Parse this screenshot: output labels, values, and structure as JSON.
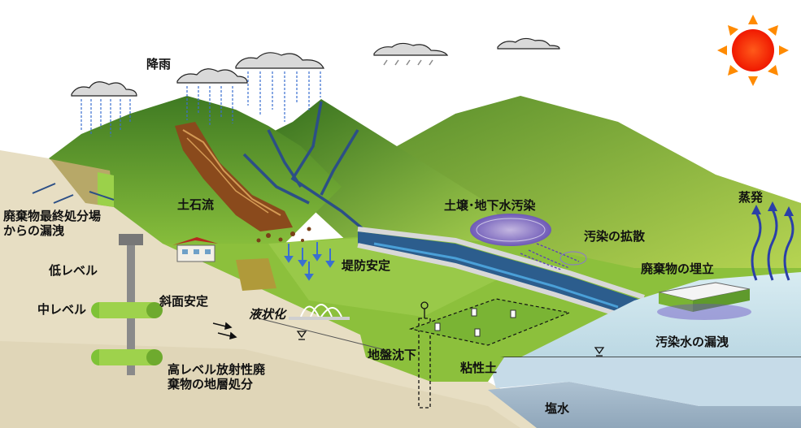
{
  "labels": {
    "rainfall": "降雨",
    "waste_leak": "廃棄物最終処分場\nからの漏洩",
    "low_level": "低レベル",
    "mid_level": "中レベル",
    "high_level": "高レベル放射性廃\n棄物の地層処分",
    "debris_flow": "土石流",
    "slope_stability": "斜面安定",
    "liquefaction": "液状化",
    "levee_stability": "堤防安定",
    "soil_gw_contamination": "土壌･地下水汚染",
    "contamination_spread": "汚染の拡散",
    "ground_subsidence": "地盤沈下",
    "clay": "粘性土",
    "evaporation": "蒸発",
    "waste_landfill": "廃棄物の埋立",
    "contaminated_water_leak": "汚染水の漏洩",
    "saltwater": "塩水"
  },
  "colors": {
    "sky": "#ffffff",
    "sun": "#ff2a00",
    "sun_rays": "#ff8a00",
    "mountain_dark": "#4f8a2a",
    "mountain_light": "#9cc94a",
    "plain": "#8fc23f",
    "ground": "#e6dcc0",
    "river": "#2f5d8c",
    "sea": "#cfe6ee",
    "saltwater": "#9fb6c8",
    "debris": "#8a4a1c"
  },
  "icons": [
    "sun-icon",
    "cloud-icon",
    "rain-arrow-icon",
    "house-icon",
    "well-icon",
    "evaporation-arrow-icon",
    "water-level-icon"
  ]
}
